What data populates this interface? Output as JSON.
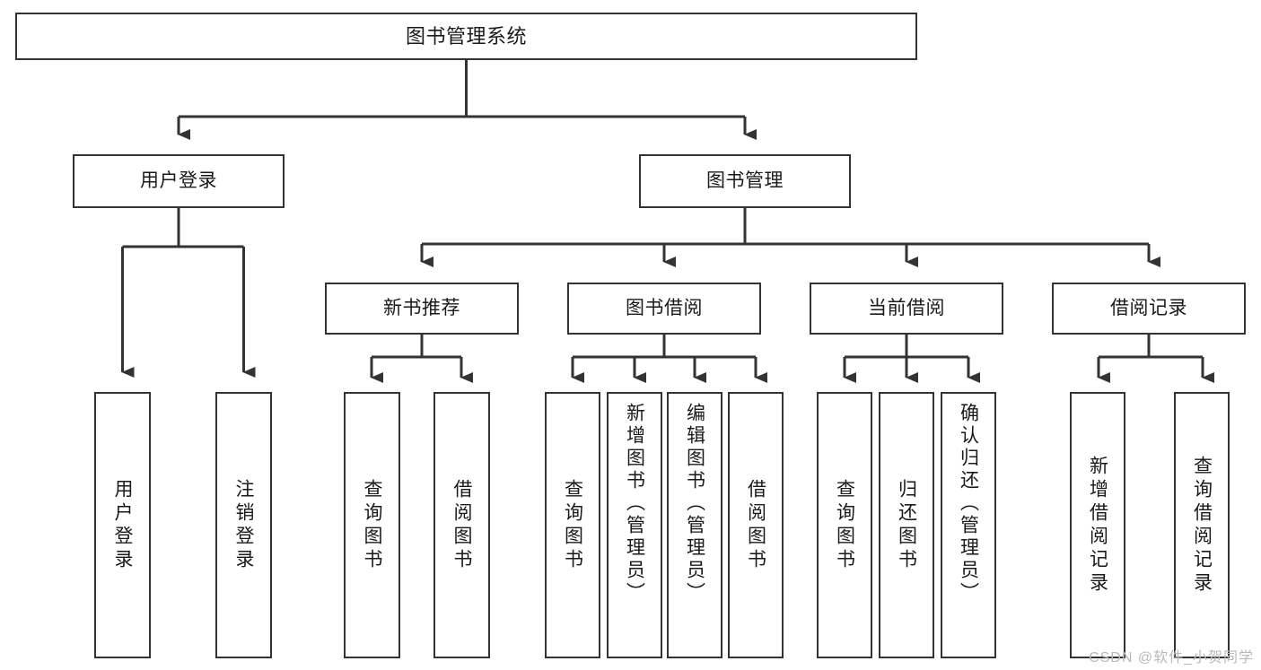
{
  "diagram": {
    "type": "tree-hierarchy-chart",
    "title": "图书管理系统",
    "watermark": "CSDN @软件_小贺同学",
    "levels": {
      "level1": [
        {
          "id": "root",
          "label": "图书管理系统"
        }
      ],
      "level2": [
        {
          "id": "user-login",
          "label": "用户登录"
        },
        {
          "id": "book-management",
          "label": "图书管理"
        }
      ],
      "level3": [
        {
          "id": "new-book-recommend",
          "label": "新书推荐"
        },
        {
          "id": "book-borrow",
          "label": "图书借阅"
        },
        {
          "id": "current-borrow",
          "label": "当前借阅"
        },
        {
          "id": "borrow-record",
          "label": "借阅记录"
        }
      ],
      "level4": [
        {
          "id": "leaf-user-login",
          "label": "用户登录"
        },
        {
          "id": "leaf-logout-login",
          "label": "注销登录"
        },
        {
          "id": "leaf-query-book-1",
          "label": "查询图书"
        },
        {
          "id": "leaf-borrow-book-1",
          "label": "借阅图书"
        },
        {
          "id": "leaf-query-book-2",
          "label": "查询图书"
        },
        {
          "id": "leaf-add-book-admin",
          "label": "新增图书（管理员）"
        },
        {
          "id": "leaf-edit-book-admin",
          "label": "编辑图书（管理员）"
        },
        {
          "id": "leaf-borrow-book-2",
          "label": "借阅图书"
        },
        {
          "id": "leaf-query-book-3",
          "label": "查询图书"
        },
        {
          "id": "leaf-return-book",
          "label": "归还图书"
        },
        {
          "id": "leaf-confirm-return-admin",
          "label": "确认归还（管理员）"
        },
        {
          "id": "leaf-add-borrow-record",
          "label": "新增借阅记录"
        },
        {
          "id": "leaf-query-borrow-record",
          "label": "查询借阅记录"
        }
      ]
    },
    "edges": [
      {
        "from": "root",
        "to": "user-login"
      },
      {
        "from": "root",
        "to": "book-management"
      },
      {
        "from": "user-login",
        "to": "leaf-user-login"
      },
      {
        "from": "user-login",
        "to": "leaf-logout-login"
      },
      {
        "from": "book-management",
        "to": "new-book-recommend"
      },
      {
        "from": "book-management",
        "to": "book-borrow"
      },
      {
        "from": "book-management",
        "to": "current-borrow"
      },
      {
        "from": "book-management",
        "to": "borrow-record"
      },
      {
        "from": "new-book-recommend",
        "to": "leaf-query-book-1"
      },
      {
        "from": "new-book-recommend",
        "to": "leaf-borrow-book-1"
      },
      {
        "from": "book-borrow",
        "to": "leaf-query-book-2"
      },
      {
        "from": "book-borrow",
        "to": "leaf-add-book-admin"
      },
      {
        "from": "book-borrow",
        "to": "leaf-edit-book-admin"
      },
      {
        "from": "book-borrow",
        "to": "leaf-borrow-book-2"
      },
      {
        "from": "current-borrow",
        "to": "leaf-query-book-3"
      },
      {
        "from": "current-borrow",
        "to": "leaf-return-book"
      },
      {
        "from": "current-borrow",
        "to": "leaf-confirm-return-admin"
      },
      {
        "from": "borrow-record",
        "to": "leaf-add-borrow-record"
      },
      {
        "from": "borrow-record",
        "to": "leaf-query-borrow-record"
      }
    ],
    "colors": {
      "background": "#ffffff",
      "box_border": "#333333",
      "box_fill": "#ffffff",
      "connector": "#333333",
      "text": "#1a1a1a",
      "watermark": "#b9b9b9"
    }
  }
}
